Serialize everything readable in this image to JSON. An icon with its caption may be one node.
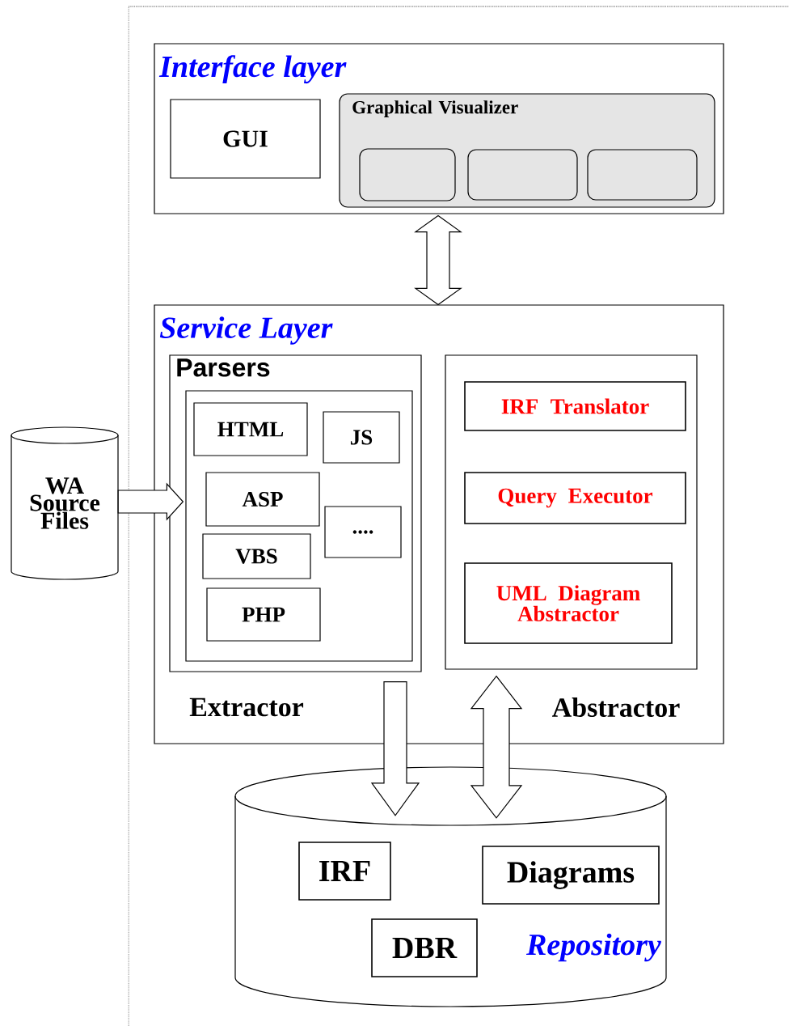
{
  "diagram": {
    "nodes": [
      {
        "text": [
          "Interface layer"
        ]
      },
      {
        "text": [
          "GUI"
        ],
        "in": 0
      },
      {
        "text": [
          "Graphical Visualizer"
        ],
        "in": 0
      },
      {
        "text": [],
        "shape": "box",
        "in": 2
      },
      {
        "text": [],
        "shape": "box",
        "in": 2
      },
      {
        "text": [],
        "shape": "box",
        "in": 2
      },
      {
        "text": [
          "Service Layer"
        ]
      },
      {
        "text": [
          "Parsers",
          "Extractor"
        ],
        "in": 6
      },
      {
        "text": [],
        "shape": "box",
        "in": 7
      },
      {
        "text": [
          "HTML"
        ],
        "in": 8
      },
      {
        "text": [
          "JS"
        ],
        "in": 8
      },
      {
        "text": [
          "ASP"
        ],
        "in": 8
      },
      {
        "text": [
          "...."
        ],
        "in": 8
      },
      {
        "text": [
          "VBS"
        ],
        "in": 8
      },
      {
        "text": [
          "PHP"
        ],
        "in": 8
      },
      {
        "text": [
          "Abstractor"
        ],
        "in": 6
      },
      {
        "text": [
          "IRF Translator"
        ],
        "in": 15
      },
      {
        "text": [
          "Query Executor"
        ],
        "in": 15
      },
      {
        "text": [
          "UML Diagram Abstractor"
        ],
        "in": 15
      },
      {
        "text": [
          "Repository"
        ]
      },
      {
        "text": [
          "IRF"
        ],
        "in": 19
      },
      {
        "text": [
          "Diagrams"
        ],
        "in": 19
      },
      {
        "text": [
          "DBR"
        ],
        "in": 19
      },
      {
        "text": [
          "WA Source Files"
        ]
      }
    ],
    "edges": [
      {
        "from": 0,
        "to": 6,
        "arrow": "both"
      },
      {
        "from": 23,
        "to": 8,
        "arrow": "to"
      },
      {
        "from": 7,
        "to": 19,
        "arrow": "to"
      },
      {
        "from": 15,
        "to": 19,
        "arrow": "both"
      }
    ]
  }
}
